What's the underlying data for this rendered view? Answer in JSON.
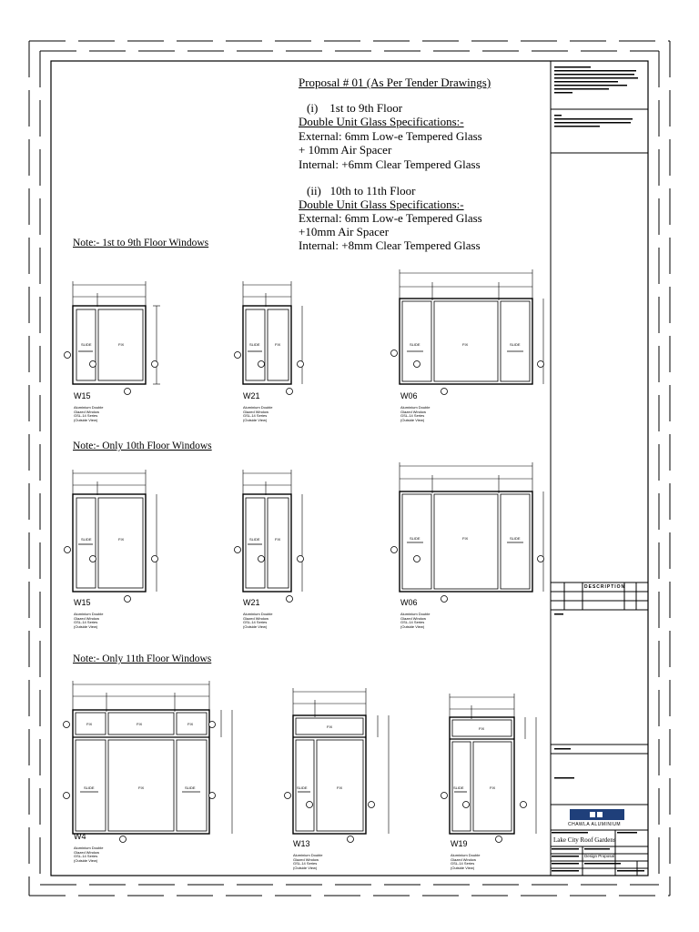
{
  "proposal": {
    "title": "Proposal # 01 (As Per Tender Drawings)",
    "sec1_heading": "(i)    1st to 9th Floor",
    "sec1_spec_label": "Double Unit Glass Specifications:-",
    "sec1_line1": "External: 6mm Low-e Tempered Glass",
    "sec1_line2": "+ 10mm Air Spacer",
    "sec1_line3": "Internal: +6mm Clear Tempered Glass",
    "sec2_heading": "(ii)   10th to 11th Floor",
    "sec2_spec_label": "Double Unit Glass Specifications:-",
    "sec2_line1": "External: 6mm Low-e Tempered Glass",
    "sec2_line2": "+10mm Air Spacer",
    "sec2_line3": "Internal: +8mm Clear Tempered Glass"
  },
  "notes": {
    "n1": "Note:- 1st to 9th Floor Windows",
    "n2": "Note:- Only 10th Floor Windows",
    "n3": "Note:- Only 11th Floor Windows"
  },
  "labels": {
    "slide": "SLIDE",
    "fix": "FIX"
  },
  "windows": {
    "r1_w15": {
      "name": "W15",
      "desc": "Aluminium Double\nGlazed Window\nGSL-14 Series\n(Outside View)"
    },
    "r1_w21": {
      "name": "W21",
      "desc": "Aluminium Double\nGlazed Window\nGSL-14 Series\n(Outside View)"
    },
    "r1_w06": {
      "name": "W06",
      "desc": "Aluminium Double\nGlazed Window\nGSL-14 Series\n(Outside View)"
    },
    "r2_w15": {
      "name": "W15",
      "desc": "Aluminium Double\nGlazed Window\nGSL-14 Series\n(Outside View)"
    },
    "r2_w21": {
      "name": "W21",
      "desc": "Aluminium Double\nGlazed Window\nGSL-14 Series\n(Outside View)"
    },
    "r2_w06": {
      "name": "W06",
      "desc": "Aluminium Double\nGlazed Window\nGSL-14 Series\n(Outside View)"
    },
    "r3_w4": {
      "name": "W4",
      "desc": "Aluminium Double\nGlazed Window\nGSL-14 Series\n(Outside View)"
    },
    "r3_w13": {
      "name": "W13",
      "desc": "Aluminium Double\nGlazed Window\nGSL-14 Series\n(Outside View)"
    },
    "r3_w19": {
      "name": "W19",
      "desc": "Aluminium Double\nGlazed Window\nGSL-14 Series\n(Outside View)"
    }
  },
  "title_block": {
    "revision_header": "DESCRIPTION",
    "company": "CHAWLA ALUMINIUM",
    "project": "Lake City Roof Gardens",
    "drawing_title": "Design Proposal"
  }
}
